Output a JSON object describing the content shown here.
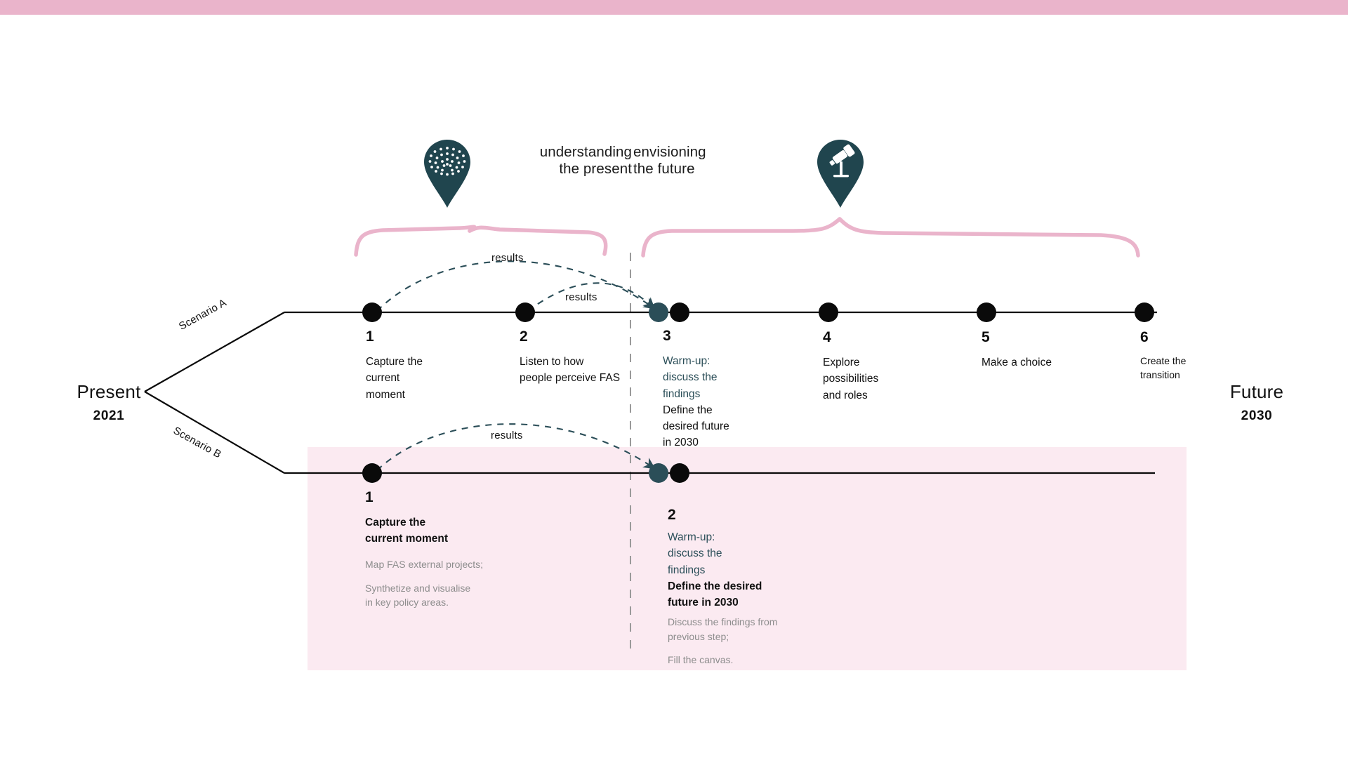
{
  "page": {
    "background": "#ffffff",
    "accent_pink": "#eab4cb",
    "panel_pink": "#fbeaf1",
    "teal": "#2b4e58",
    "dot_black": "#0a0a0a",
    "muted_gray": "#8d8d8d"
  },
  "phases": [
    {
      "id": "understanding",
      "label_line1": "understanding",
      "label_line2": "the present",
      "align": "right",
      "pin_icon": "dotted-circle-pin-icon"
    },
    {
      "id": "envisioning",
      "label_line1": "envisioning",
      "label_line2": "the future",
      "align": "left",
      "pin_icon": "telescope-pin-icon"
    }
  ],
  "axis": {
    "start_title": "Present",
    "start_year": "2021",
    "end_title": "Future",
    "end_year": "2030"
  },
  "branches": [
    {
      "id": "a",
      "label": "Scenario A"
    },
    {
      "id": "b",
      "label": "Scenario B"
    }
  ],
  "flow_labels": [
    {
      "id": "results-1",
      "text": "results"
    },
    {
      "id": "results-2",
      "text": "results"
    },
    {
      "id": "results-3",
      "text": "results"
    }
  ],
  "scenario_a": {
    "name": "Scenario A",
    "steps": [
      {
        "num": "1",
        "lines": [
          {
            "text": "Capture the",
            "style": "plain"
          },
          {
            "text": "current",
            "style": "plain"
          },
          {
            "text": "moment",
            "style": "plain"
          }
        ]
      },
      {
        "num": "2",
        "lines": [
          {
            "text": "Listen to how",
            "style": "plain"
          },
          {
            "text": "people perceive FAS",
            "style": "plain"
          }
        ]
      },
      {
        "num": "3",
        "lines": [
          {
            "text": "Warm-up:",
            "style": "teal"
          },
          {
            "text": "discuss the",
            "style": "teal"
          },
          {
            "text": "findings",
            "style": "teal"
          },
          {
            "text": "Define the",
            "style": "plain"
          },
          {
            "text": "desired future",
            "style": "plain"
          },
          {
            "text": "in 2030",
            "style": "plain"
          }
        ]
      },
      {
        "num": "4",
        "lines": [
          {
            "text": "Explore",
            "style": "plain"
          },
          {
            "text": "possibilities",
            "style": "plain"
          },
          {
            "text": "and roles",
            "style": "plain"
          }
        ]
      },
      {
        "num": "5",
        "lines": [
          {
            "text": "Make a choice",
            "style": "plain"
          }
        ]
      },
      {
        "num": "6",
        "lines": [
          {
            "text": "Create the",
            "style": "plain"
          },
          {
            "text": "transition",
            "style": "plain"
          }
        ]
      }
    ]
  },
  "scenario_b": {
    "name": "Scenario B",
    "steps": [
      {
        "num": "1",
        "lines": [
          {
            "text": "Capture the",
            "style": "bold"
          },
          {
            "text": "current moment",
            "style": "bold"
          },
          {
            "text": "Map FAS external projects;",
            "style": "muted-gap"
          },
          {
            "text": "Synthetize and visualise",
            "style": "muted-gap"
          },
          {
            "text": "in key policy areas.",
            "style": "muted"
          }
        ]
      },
      {
        "num": "2",
        "lines": [
          {
            "text": "Warm-up:",
            "style": "teal"
          },
          {
            "text": "discuss the",
            "style": "teal"
          },
          {
            "text": "findings",
            "style": "teal"
          },
          {
            "text": "Define the desired",
            "style": "bold-gap"
          },
          {
            "text": "future in 2030",
            "style": "bold"
          },
          {
            "text": "Discuss the findings from",
            "style": "muted-gap"
          },
          {
            "text": "previous step;",
            "style": "muted"
          },
          {
            "text": "Fill the canvas.",
            "style": "muted-gap"
          }
        ]
      }
    ]
  }
}
